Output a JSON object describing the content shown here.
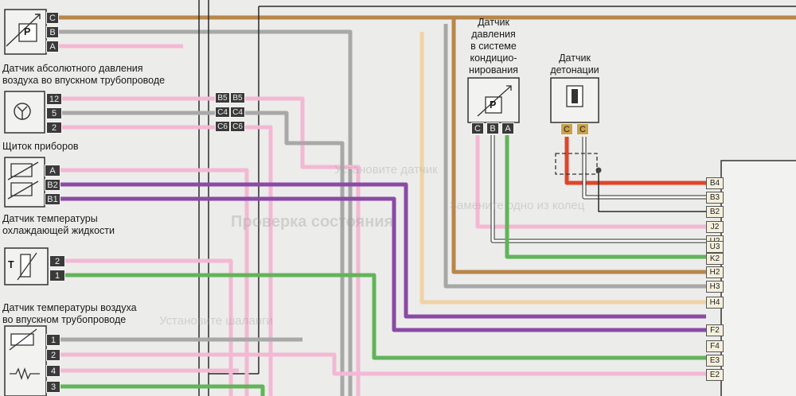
{
  "components": {
    "map_sensor": {
      "label_line1": "Датчик абсолютного давления",
      "label_line2": "воздуха во впускном трубопроводе",
      "pins": [
        "C",
        "B",
        "A"
      ],
      "symbol": "P"
    },
    "instrument_cluster": {
      "label": "Щиток приборов",
      "pins": [
        "12",
        "5",
        "2"
      ]
    },
    "coolant_temp_sensor": {
      "label_line1": "Датчик температуры",
      "label_line2": "охлаждающей жидкости",
      "pins": [
        "A",
        "B2",
        "B1"
      ]
    },
    "intake_air_temp_sensor": {
      "label_line1": "Датчик температуры воздуха",
      "label_line2": "во впускном трубопроводе",
      "pins": [
        "2",
        "1"
      ],
      "symbol": "T"
    },
    "bottom_sensor": {
      "pins": [
        "1",
        "2",
        "4",
        "3"
      ]
    },
    "ac_pressure_sensor": {
      "label_lines": [
        "Датчик",
        "давления",
        "в системе",
        "кондицио-",
        "нирования"
      ],
      "pins": [
        "C",
        "B",
        "A"
      ],
      "symbol": "P"
    },
    "knock_sensor": {
      "label_lines": [
        "Датчик",
        "детонации"
      ],
      "pins": [
        "C",
        "C"
      ]
    }
  },
  "connector_block": {
    "rows": [
      [
        "B5",
        "B5"
      ],
      [
        "C4",
        "C4"
      ],
      [
        "C6",
        "C6"
      ]
    ]
  },
  "ecu_pins": [
    "B4",
    "B3",
    "B2",
    "J2",
    "U2",
    "U3",
    "K2",
    "H2",
    "H3",
    "H4",
    "F2",
    "F4",
    "E3",
    "E2"
  ],
  "background_text": {
    "heading": "Проверка состояния",
    "line1": "Установите датчик",
    "line2": "Замените одно из колец",
    "line3": "Установите шаланги"
  },
  "colors": {
    "brown": "#b8864a",
    "gray": "#9a9a9a",
    "pink": "#ee9ec4",
    "violet": "#8a4aa6",
    "green": "#62b45a",
    "white": "#ffffff",
    "red": "#e0452a",
    "orange": "#f0d2a6",
    "black": "#2a2a2a"
  }
}
